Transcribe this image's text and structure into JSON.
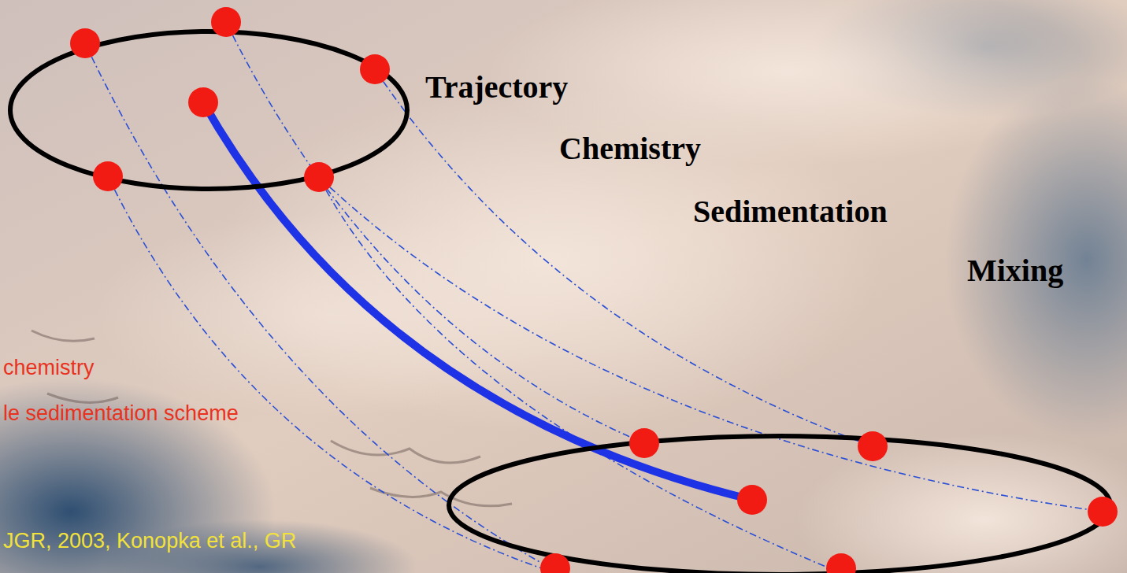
{
  "diagram": {
    "labels": [
      "Trajectory",
      "Chemistry",
      "Sedimentation",
      "Mixing",
      "chemistry",
      "le sedimentation scheme",
      "JGR, 2003, Konopka et al., GR"
    ]
  }
}
